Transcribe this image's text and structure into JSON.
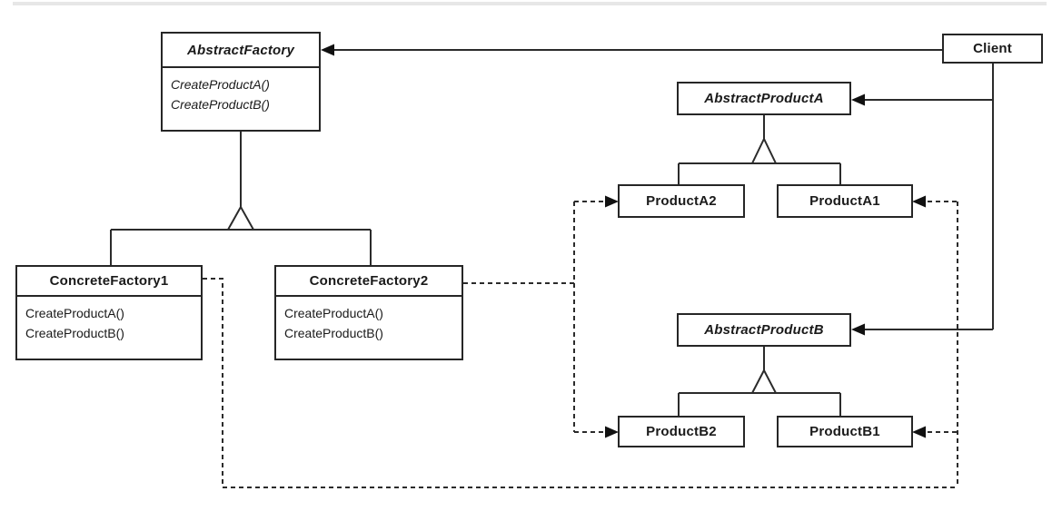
{
  "diagram": {
    "kind": "uml-class-diagram",
    "pattern_name": "Abstract Factory",
    "colors": {
      "line": "#2b2b2b",
      "box_border": "#262626",
      "box_background": "#ffffff",
      "text": "#1a1a1a",
      "top_rule": "#e7e7e7"
    }
  },
  "classes": {
    "abstract_factory": {
      "name": "AbstractFactory",
      "abstract": true,
      "methods": [
        "CreateProductA()",
        "CreateProductB()"
      ]
    },
    "client": {
      "name": "Client",
      "abstract": false
    },
    "abstract_product_a": {
      "name": "AbstractProductA",
      "abstract": true
    },
    "product_a2": {
      "name": "ProductA2",
      "abstract": false
    },
    "product_a1": {
      "name": "ProductA1",
      "abstract": false
    },
    "concrete_factory_1": {
      "name": "ConcreteFactory1",
      "abstract": false,
      "methods": [
        "CreateProductA()",
        "CreateProductB()"
      ]
    },
    "concrete_factory_2": {
      "name": "ConcreteFactory2",
      "abstract": false,
      "methods": [
        "CreateProductA()",
        "CreateProductB()"
      ]
    },
    "abstract_product_b": {
      "name": "AbstractProductB",
      "abstract": true
    },
    "product_b2": {
      "name": "ProductB2",
      "abstract": false
    },
    "product_b1": {
      "name": "ProductB1",
      "abstract": false
    }
  },
  "relationships": [
    {
      "from": "Client",
      "to": "AbstractFactory",
      "type": "reference",
      "style": "solid-filled-arrow"
    },
    {
      "from": "Client",
      "to": "AbstractProductA",
      "type": "reference",
      "style": "solid-filled-arrow"
    },
    {
      "from": "Client",
      "to": "AbstractProductB",
      "type": "reference",
      "style": "solid-filled-arrow"
    },
    {
      "from": "ConcreteFactory1",
      "to": "AbstractFactory",
      "type": "inheritance",
      "style": "solid-hollow-triangle"
    },
    {
      "from": "ConcreteFactory2",
      "to": "AbstractFactory",
      "type": "inheritance",
      "style": "solid-hollow-triangle"
    },
    {
      "from": "ProductA2",
      "to": "AbstractProductA",
      "type": "inheritance",
      "style": "solid-hollow-triangle"
    },
    {
      "from": "ProductA1",
      "to": "AbstractProductA",
      "type": "inheritance",
      "style": "solid-hollow-triangle"
    },
    {
      "from": "ProductB2",
      "to": "AbstractProductB",
      "type": "inheritance",
      "style": "solid-hollow-triangle"
    },
    {
      "from": "ProductB1",
      "to": "AbstractProductB",
      "type": "inheritance",
      "style": "solid-hollow-triangle"
    },
    {
      "from": "ConcreteFactory1",
      "to": "ProductA1",
      "type": "creates",
      "style": "dashed-filled-arrow"
    },
    {
      "from": "ConcreteFactory1",
      "to": "ProductB1",
      "type": "creates",
      "style": "dashed-filled-arrow"
    },
    {
      "from": "ConcreteFactory2",
      "to": "ProductA2",
      "type": "creates",
      "style": "dashed-filled-arrow"
    },
    {
      "from": "ConcreteFactory2",
      "to": "ProductB2",
      "type": "creates",
      "style": "dashed-filled-arrow"
    }
  ]
}
